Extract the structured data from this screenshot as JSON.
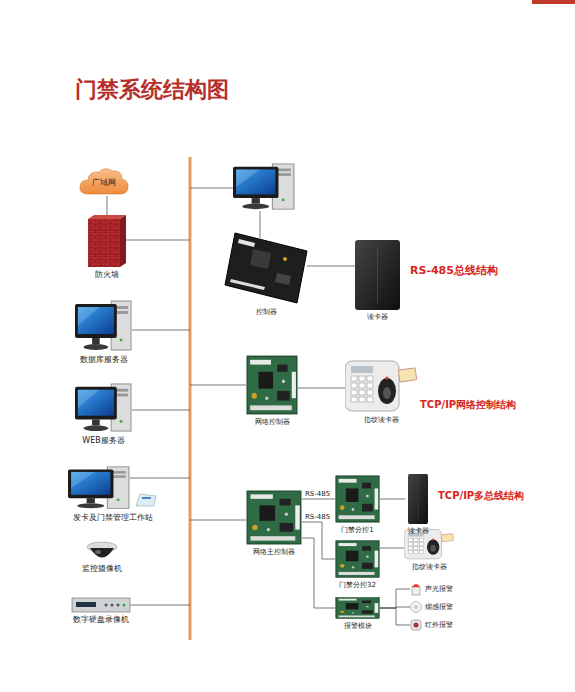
{
  "diagram": {
    "title": "门禁系统结构图",
    "nodes": [
      {
        "text": [
          "广域网"
        ]
      },
      {
        "text": [
          "防火墙"
        ]
      },
      {
        "text": [
          "数据库服务器"
        ]
      },
      {
        "text": [
          "WEB服务器"
        ]
      },
      {
        "text": [
          "发卡及门禁管理工作站"
        ]
      },
      {
        "text": [
          "监控摄像机"
        ]
      },
      {
        "text": [
          "数字硬盘录像机"
        ]
      },
      {
        "text": [
          "控制器"
        ]
      },
      {
        "text": [
          "读卡器"
        ]
      },
      {
        "text": [
          "网络控制器"
        ]
      },
      {
        "text": [
          "指纹读卡器"
        ]
      },
      {
        "text": [
          "网络主控制器"
        ]
      },
      {
        "text": [
          "门禁分控1"
        ]
      },
      {
        "text": [
          "门禁分控32"
        ]
      },
      {
        "text": [
          "报警模块"
        ]
      },
      {
        "text": [
          "读卡器"
        ]
      },
      {
        "text": [
          "指纹读卡器"
        ]
      },
      {
        "text": [
          "声光报警"
        ]
      },
      {
        "text": [
          "烟感报警"
        ]
      },
      {
        "text": [
          "红外报警"
        ]
      }
    ],
    "edges": [
      {
        "from": 0,
        "to": 1,
        "arrow": "none"
      },
      {
        "from": 7,
        "to": 8,
        "arrow": "none"
      },
      {
        "from": 9,
        "to": 10,
        "arrow": "none"
      },
      {
        "from": 11,
        "to": 12,
        "label": "RS-485",
        "arrow": "none"
      },
      {
        "from": 11,
        "to": 13,
        "label": "RS-485",
        "arrow": "none"
      },
      {
        "from": 11,
        "to": 14,
        "arrow": "none"
      },
      {
        "from": 12,
        "to": 15,
        "arrow": "none"
      },
      {
        "from": 13,
        "to": 16,
        "arrow": "none"
      },
      {
        "from": 14,
        "to": 17,
        "arrow": "none"
      },
      {
        "from": 14,
        "to": 18,
        "arrow": "none"
      },
      {
        "from": 14,
        "to": 19,
        "arrow": "none"
      }
    ],
    "labels": [
      "RS-485总线结构",
      "TCP/IP网络控制结构",
      "TCP/IP多总线结构"
    ]
  }
}
